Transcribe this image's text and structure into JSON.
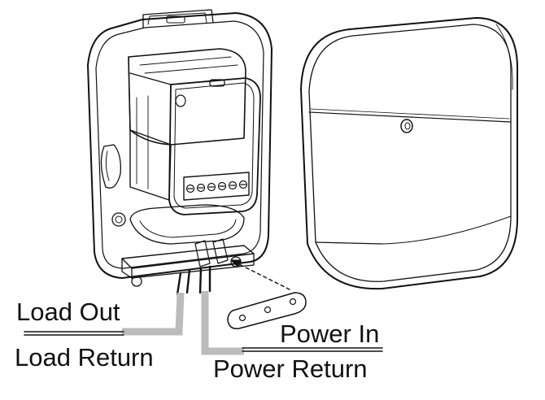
{
  "labels": {
    "load_out": "Load Out",
    "load_return": "Load Return",
    "power_in": "Power In",
    "power_return": "Power Return"
  },
  "colors": {
    "line": "#111111",
    "wire_gray": "#bcbcbc",
    "label_underline": "#111111",
    "background": "#ffffff"
  },
  "icons": {
    "mount": "switch-mounting-plate-with-relay-module",
    "cover": "rounded-square-cover",
    "bracket": "three-hole-mounting-bracket"
  }
}
